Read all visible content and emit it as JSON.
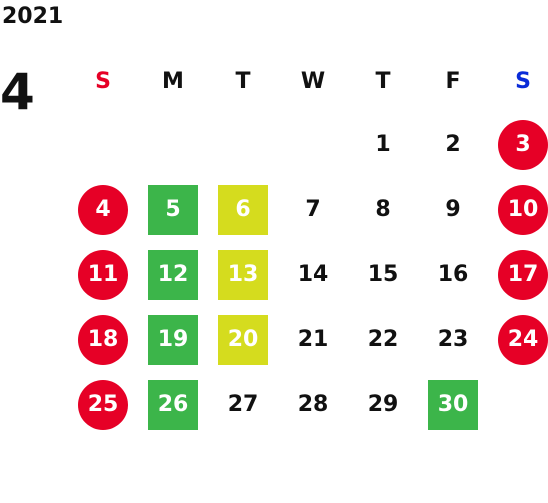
{
  "year": "2021",
  "month": "4",
  "colors": {
    "sunday": "#e60026",
    "saturday": "#0a2bd8",
    "holiday": "#e60026",
    "green": "#3cb54a",
    "yellow": "#d5dc1e"
  },
  "weekdays": [
    {
      "label": "S",
      "type": "sunday"
    },
    {
      "label": "M",
      "type": "normal"
    },
    {
      "label": "T",
      "type": "normal"
    },
    {
      "label": "W",
      "type": "normal"
    },
    {
      "label": "T",
      "type": "normal"
    },
    {
      "label": "F",
      "type": "normal"
    },
    {
      "label": "S",
      "type": "saturday"
    }
  ],
  "weeks": [
    [
      null,
      null,
      null,
      null,
      {
        "d": "1",
        "style": "none"
      },
      {
        "d": "2",
        "style": "none"
      },
      {
        "d": "3",
        "style": "holiday"
      }
    ],
    [
      {
        "d": "4",
        "style": "holiday"
      },
      {
        "d": "5",
        "style": "green"
      },
      {
        "d": "6",
        "style": "yellow"
      },
      {
        "d": "7",
        "style": "none"
      },
      {
        "d": "8",
        "style": "none"
      },
      {
        "d": "9",
        "style": "none"
      },
      {
        "d": "10",
        "style": "holiday"
      }
    ],
    [
      {
        "d": "11",
        "style": "holiday"
      },
      {
        "d": "12",
        "style": "green"
      },
      {
        "d": "13",
        "style": "yellow"
      },
      {
        "d": "14",
        "style": "none"
      },
      {
        "d": "15",
        "style": "none"
      },
      {
        "d": "16",
        "style": "none"
      },
      {
        "d": "17",
        "style": "holiday"
      }
    ],
    [
      {
        "d": "18",
        "style": "holiday"
      },
      {
        "d": "19",
        "style": "green"
      },
      {
        "d": "20",
        "style": "yellow"
      },
      {
        "d": "21",
        "style": "none"
      },
      {
        "d": "22",
        "style": "none"
      },
      {
        "d": "23",
        "style": "none"
      },
      {
        "d": "24",
        "style": "holiday"
      }
    ],
    [
      {
        "d": "25",
        "style": "holiday"
      },
      {
        "d": "26",
        "style": "green"
      },
      {
        "d": "27",
        "style": "none"
      },
      {
        "d": "28",
        "style": "none"
      },
      {
        "d": "29",
        "style": "none"
      },
      {
        "d": "30",
        "style": "green"
      },
      null
    ]
  ]
}
